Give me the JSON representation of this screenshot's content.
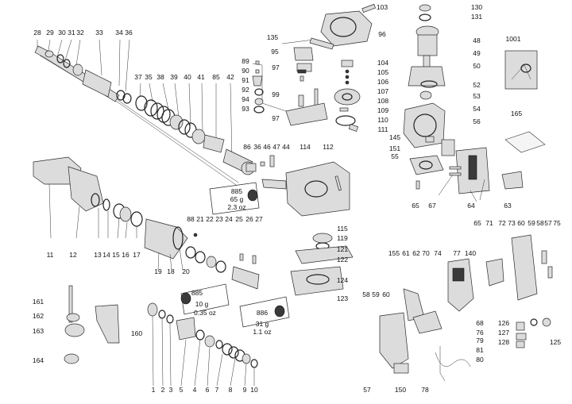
{
  "labels": [
    {
      "id": "28",
      "t": "28"
    },
    {
      "id": "29",
      "t": "29"
    },
    {
      "id": "30",
      "t": "30"
    },
    {
      "id": "31",
      "t": "31"
    },
    {
      "id": "32",
      "t": "32"
    },
    {
      "id": "33",
      "t": "33"
    },
    {
      "id": "34",
      "t": "34"
    },
    {
      "id": "36a",
      "t": "36"
    },
    {
      "id": "37",
      "t": "37"
    },
    {
      "id": "35",
      "t": "35"
    },
    {
      "id": "38",
      "t": "38"
    },
    {
      "id": "39",
      "t": "39"
    },
    {
      "id": "40",
      "t": "40"
    },
    {
      "id": "41",
      "t": "41"
    },
    {
      "id": "85",
      "t": "85"
    },
    {
      "id": "42",
      "t": "42"
    },
    {
      "id": "89",
      "t": "89"
    },
    {
      "id": "90",
      "t": "90"
    },
    {
      "id": "91",
      "t": "91"
    },
    {
      "id": "92",
      "t": "92"
    },
    {
      "id": "94",
      "t": "94"
    },
    {
      "id": "93",
      "t": "93"
    },
    {
      "id": "97a",
      "t": "97"
    },
    {
      "id": "99",
      "t": "99"
    },
    {
      "id": "97b",
      "t": "97"
    },
    {
      "id": "95",
      "t": "95"
    },
    {
      "id": "135",
      "t": "135"
    },
    {
      "id": "103",
      "t": "103"
    },
    {
      "id": "96",
      "t": "96"
    },
    {
      "id": "104",
      "t": "104"
    },
    {
      "id": "105",
      "t": "105"
    },
    {
      "id": "106",
      "t": "106"
    },
    {
      "id": "107",
      "t": "107"
    },
    {
      "id": "108",
      "t": "108"
    },
    {
      "id": "109",
      "t": "109"
    },
    {
      "id": "110",
      "t": "110"
    },
    {
      "id": "111",
      "t": "111"
    },
    {
      "id": "130",
      "t": "130"
    },
    {
      "id": "131",
      "t": "131"
    },
    {
      "id": "48",
      "t": "48"
    },
    {
      "id": "49",
      "t": "49"
    },
    {
      "id": "50",
      "t": "50"
    },
    {
      "id": "52",
      "t": "52"
    },
    {
      "id": "53",
      "t": "53"
    },
    {
      "id": "54",
      "t": "54"
    },
    {
      "id": "56",
      "t": "56"
    },
    {
      "id": "145",
      "t": "145"
    },
    {
      "id": "151",
      "t": "151"
    },
    {
      "id": "55",
      "t": "55"
    },
    {
      "id": "1001",
      "t": "1001"
    },
    {
      "id": "165",
      "t": "165"
    },
    {
      "id": "86",
      "t": "86"
    },
    {
      "id": "36b",
      "t": "36"
    },
    {
      "id": "46",
      "t": "46"
    },
    {
      "id": "47",
      "t": "47"
    },
    {
      "id": "44",
      "t": "44"
    },
    {
      "id": "114",
      "t": "114"
    },
    {
      "id": "112",
      "t": "112"
    },
    {
      "id": "65a",
      "t": "65"
    },
    {
      "id": "67",
      "t": "67"
    },
    {
      "id": "64",
      "t": "64"
    },
    {
      "id": "63",
      "t": "63"
    },
    {
      "id": "11",
      "t": "11"
    },
    {
      "id": "12",
      "t": "12"
    },
    {
      "id": "13",
      "t": "13"
    },
    {
      "id": "14",
      "t": "14"
    },
    {
      "id": "15",
      "t": "15"
    },
    {
      "id": "16",
      "t": "16"
    },
    {
      "id": "17",
      "t": "17"
    },
    {
      "id": "19",
      "t": "19"
    },
    {
      "id": "18",
      "t": "18"
    },
    {
      "id": "20",
      "t": "20"
    },
    {
      "id": "88",
      "t": "88"
    },
    {
      "id": "21",
      "t": "21"
    },
    {
      "id": "22",
      "t": "22"
    },
    {
      "id": "23",
      "t": "23"
    },
    {
      "id": "24",
      "t": "24"
    },
    {
      "id": "25",
      "t": "25"
    },
    {
      "id": "26",
      "t": "26"
    },
    {
      "id": "27",
      "t": "27"
    },
    {
      "id": "115",
      "t": "115"
    },
    {
      "id": "119",
      "t": "119"
    },
    {
      "id": "121",
      "t": "121"
    },
    {
      "id": "122",
      "t": "122"
    },
    {
      "id": "124",
      "t": "124"
    },
    {
      "id": "123",
      "t": "123"
    },
    {
      "id": "65b",
      "t": "65"
    },
    {
      "id": "71",
      "t": "71"
    },
    {
      "id": "72",
      "t": "72"
    },
    {
      "id": "73",
      "t": "73"
    },
    {
      "id": "60a",
      "t": "60"
    },
    {
      "id": "59a",
      "t": "59"
    },
    {
      "id": "58a",
      "t": "58"
    },
    {
      "id": "57a",
      "t": "57"
    },
    {
      "id": "75",
      "t": "75"
    },
    {
      "id": "155",
      "t": "155"
    },
    {
      "id": "61",
      "t": "61"
    },
    {
      "id": "62",
      "t": "62"
    },
    {
      "id": "70",
      "t": "70"
    },
    {
      "id": "74",
      "t": "74"
    },
    {
      "id": "77",
      "t": "77"
    },
    {
      "id": "140",
      "t": "140"
    },
    {
      "id": "58b",
      "t": "58"
    },
    {
      "id": "59b",
      "t": "59"
    },
    {
      "id": "60b",
      "t": "60"
    },
    {
      "id": "68",
      "t": "68"
    },
    {
      "id": "76",
      "t": "76"
    },
    {
      "id": "79",
      "t": "79"
    },
    {
      "id": "81",
      "t": "81"
    },
    {
      "id": "80",
      "t": "80"
    },
    {
      "id": "57b",
      "t": "57"
    },
    {
      "id": "150",
      "t": "150"
    },
    {
      "id": "78",
      "t": "78"
    },
    {
      "id": "126",
      "t": "126"
    },
    {
      "id": "127",
      "t": "127"
    },
    {
      "id": "128",
      "t": "128"
    },
    {
      "id": "125",
      "t": "125"
    },
    {
      "id": "161",
      "t": "161"
    },
    {
      "id": "162",
      "t": "162"
    },
    {
      "id": "163",
      "t": "163"
    },
    {
      "id": "160",
      "t": "160"
    },
    {
      "id": "164",
      "t": "164"
    },
    {
      "id": "1",
      "t": "1"
    },
    {
      "id": "2",
      "t": "2"
    },
    {
      "id": "3",
      "t": "3"
    },
    {
      "id": "5",
      "t": "5"
    },
    {
      "id": "4",
      "t": "4"
    },
    {
      "id": "6",
      "t": "6"
    },
    {
      "id": "7",
      "t": "7"
    },
    {
      "id": "8",
      "t": "8"
    },
    {
      "id": "9",
      "t": "9"
    },
    {
      "id": "10",
      "t": "10"
    }
  ],
  "grease": [
    {
      "id": "g1",
      "code": "885",
      "qty_g": "65 g",
      "qty_oz": "2.3 oz"
    },
    {
      "id": "g2",
      "code": "885",
      "qty_g": "10 g",
      "qty_oz": "0.35 oz"
    },
    {
      "id": "g3",
      "code": "886",
      "qty_g": "31 g",
      "qty_oz": "1.1 oz"
    }
  ]
}
